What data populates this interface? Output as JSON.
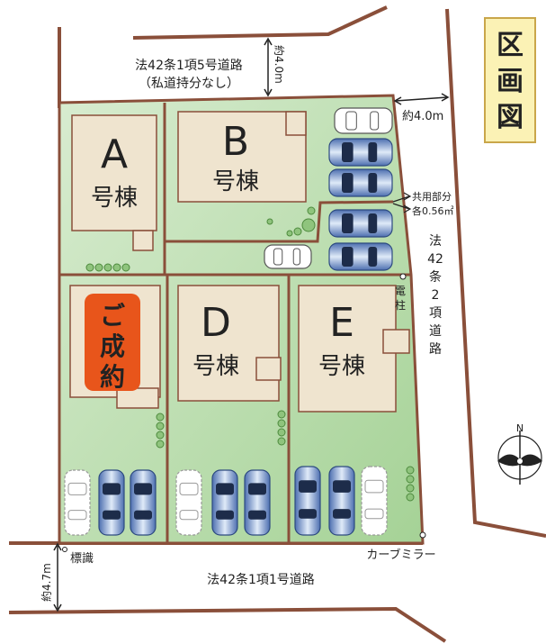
{
  "title": "区画図",
  "lots": [
    {
      "letter": "A",
      "suffix": "号棟",
      "status": ""
    },
    {
      "letter": "B",
      "suffix": "号棟",
      "status": ""
    },
    {
      "letter": "",
      "suffix": "",
      "status": "ご成約"
    },
    {
      "letter": "D",
      "suffix": "号棟",
      "status": ""
    },
    {
      "letter": "E",
      "suffix": "号棟",
      "status": ""
    }
  ],
  "roads": {
    "north_line1": "法42条1項5号道路",
    "north_line2": "（私道持分なし）",
    "north_width": "約4.0m",
    "east_top_width": "約4.0m",
    "east_road": [
      "法",
      "42",
      "条",
      "2",
      "項",
      "道",
      "路"
    ],
    "south": "法42条1項1号道路",
    "south_width": "約4.7m"
  },
  "labels": {
    "shared_line1": "共用部分",
    "shared_line2": "各0.56㎡",
    "pole": [
      "電",
      "柱"
    ],
    "sign": "標識",
    "mirror": "カーブミラー",
    "north": "N"
  },
  "colors": {
    "lot_green": "#c6e2bd",
    "lot_green_dark": "#a8d49b",
    "boundary": "#8a4f3a",
    "building": "#efe4cf",
    "sold_badge": "#e8551b",
    "title_bg": "#fbf2b5"
  }
}
